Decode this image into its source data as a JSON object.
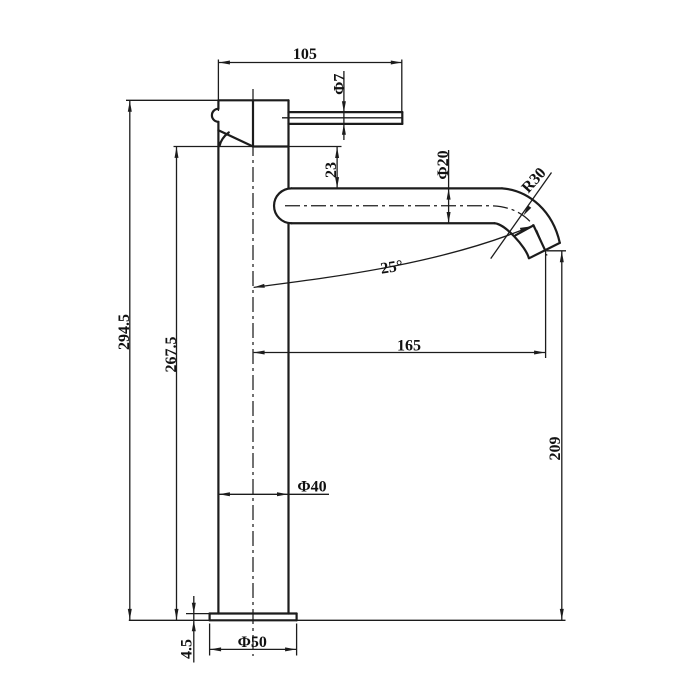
{
  "drawing": {
    "type": "technical-drawing",
    "subject": "tall single-lever basin mixer tap, side elevation with dimensions (mm)",
    "background": "#ffffff",
    "line_color": "#1c1c1c",
    "labels": {
      "top_width": "105",
      "handle_diameter": "Φ7",
      "handle_offset": "23",
      "spout_diameter": "Φ20",
      "bend_radius": "R30",
      "outlet_angle": "25°",
      "total_height": "294.5",
      "body_height": "267.5",
      "spout_reach": "165",
      "outlet_height": "209",
      "body_diameter": "Φ40",
      "base_diameter": "Φ50",
      "base_height": "4.5"
    }
  }
}
